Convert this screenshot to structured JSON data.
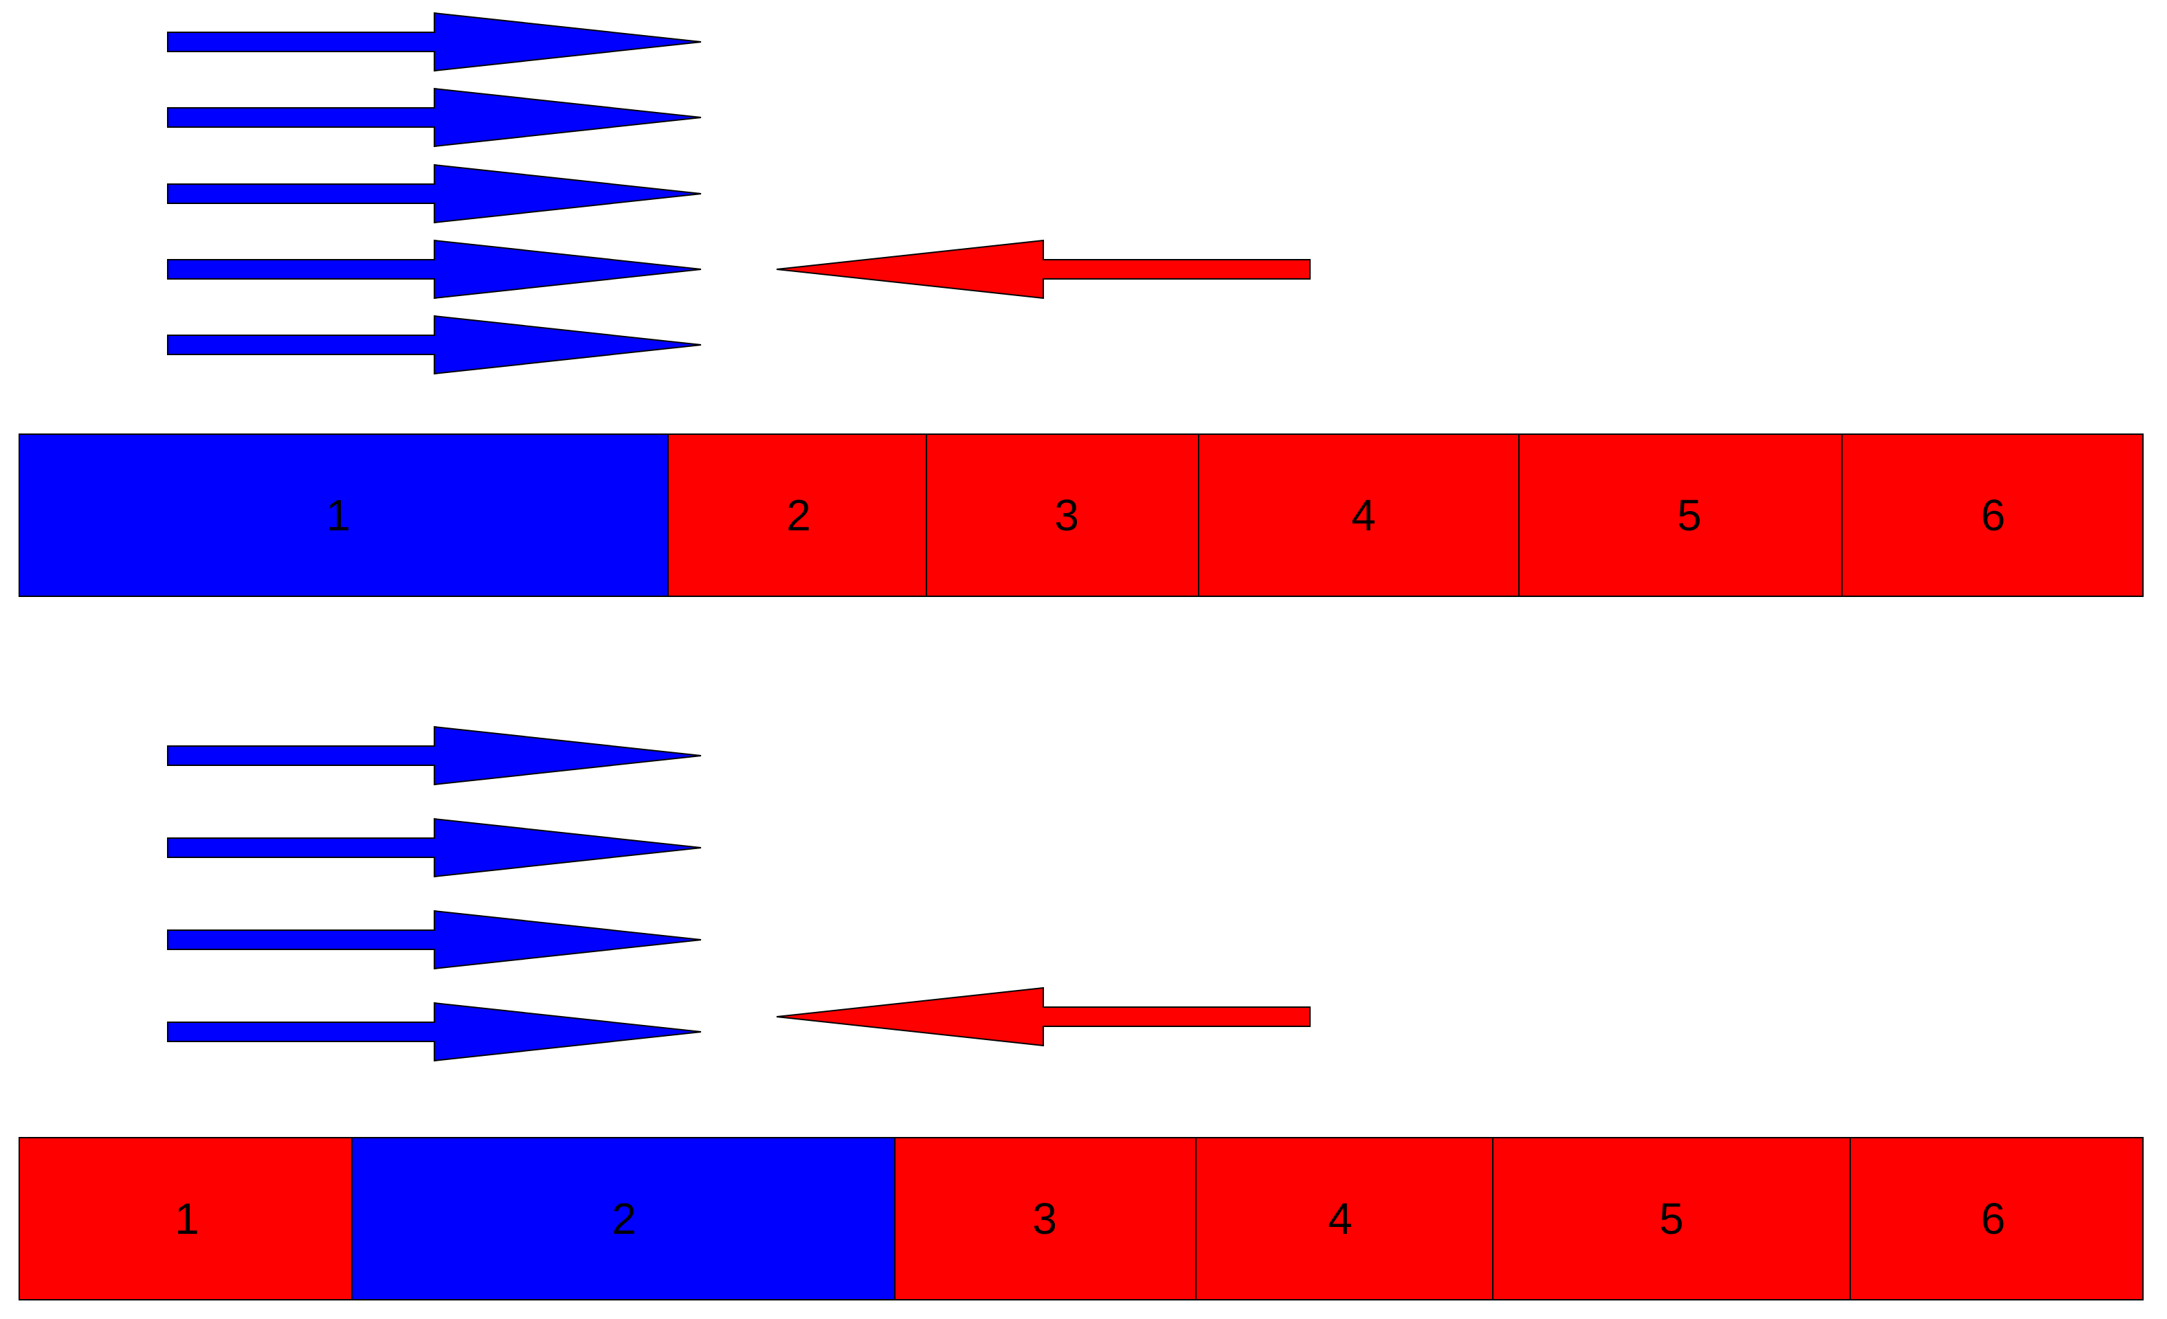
{
  "colors": {
    "blue": "#0000ff",
    "red": "#ff0000",
    "outline": "#000000",
    "text": "#000000"
  },
  "panels": [
    {
      "blue_arrow_count": 5,
      "red_arrow_count": 1,
      "segments": [
        {
          "label": "1",
          "color": "blue"
        },
        {
          "label": "2",
          "color": "red"
        },
        {
          "label": "3",
          "color": "red"
        },
        {
          "label": "4",
          "color": "red"
        },
        {
          "label": "5",
          "color": "red"
        },
        {
          "label": "6",
          "color": "red"
        }
      ]
    },
    {
      "blue_arrow_count": 4,
      "red_arrow_count": 1,
      "segments": [
        {
          "label": "1",
          "color": "red"
        },
        {
          "label": "2",
          "color": "blue"
        },
        {
          "label": "3",
          "color": "red"
        },
        {
          "label": "4",
          "color": "red"
        },
        {
          "label": "5",
          "color": "red"
        },
        {
          "label": "6",
          "color": "red"
        }
      ]
    }
  ]
}
